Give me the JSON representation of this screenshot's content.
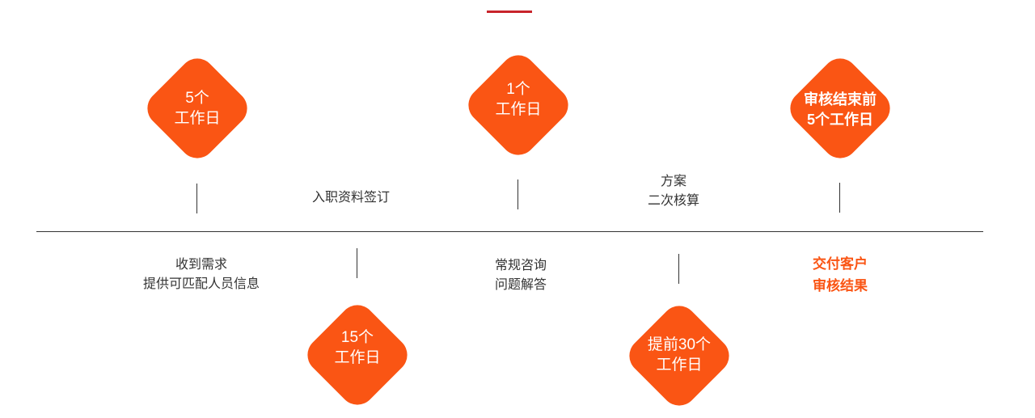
{
  "colors": {
    "accent": "#fa5514",
    "title_bar": "#c8242b",
    "line": "#333333"
  },
  "steps": [
    {
      "badge": [
        "5个",
        "工作日"
      ],
      "label": [
        "收到需求",
        "提供可匹配人员信息"
      ]
    },
    {
      "badge": [
        "15个",
        "工作日"
      ],
      "label": [
        "入职资料签订"
      ]
    },
    {
      "badge": [
        "1个",
        "工作日"
      ],
      "label": [
        "常规咨询",
        "问题解答"
      ]
    },
    {
      "badge": [
        "提前30个",
        "工作日"
      ],
      "label": [
        "方案",
        "二次核算"
      ]
    },
    {
      "badge": [
        "审核结束前",
        "5个工作日"
      ],
      "label": [
        "交付客户",
        "审核结果"
      ]
    }
  ]
}
